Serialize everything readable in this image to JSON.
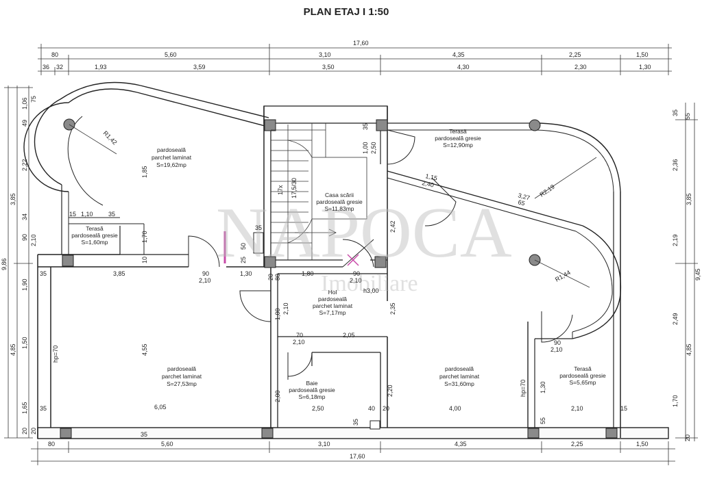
{
  "title": "PLAN ETAJ I 1:50",
  "dimensions": {
    "top_total": "17,60",
    "top_row1": [
      "80",
      "5,60",
      "3,10",
      "4,35",
      "2,25",
      "1,50"
    ],
    "top_row2": [
      "36",
      "32",
      "1,93",
      "3,59",
      "3,50",
      "4,30",
      "2,30",
      "1,30"
    ],
    "bottom_row1": [
      "80",
      "5,60",
      "3,10",
      "4,35",
      "2,25",
      "1,50"
    ],
    "bottom_total": "17,60",
    "left_outer": "9,86",
    "left_mid": [
      "3,85",
      "4,85"
    ],
    "left_inner": [
      "1,06",
      "49",
      "2,22",
      "34",
      "90",
      "1,90",
      "1,50",
      "1,65",
      "20"
    ],
    "left_inner2": [
      "75",
      "2,10",
      "20"
    ],
    "right_outer": "9,45",
    "right_mid": [
      "3,85",
      "4,85"
    ],
    "right_inner": [
      "35",
      "55",
      "2,36",
      "2,19",
      "2,49",
      "1,70",
      "20"
    ]
  },
  "rooms": {
    "bedroom1": {
      "l1": "pardoseală",
      "l2": "parchet laminat",
      "l3": "S=19,62mp"
    },
    "terrace_small": {
      "l1": "Terasă",
      "l2": "pardoseală gresie",
      "l3": "S=1,60mp"
    },
    "stair": {
      "l1": "Casa scării",
      "l2": "pardoseală gresie",
      "l3": "S=11,83mp"
    },
    "terrace_top": {
      "l1": "Terasă",
      "l2": "pardoseală gresie",
      "l3": "S=12,90mp"
    },
    "hall": {
      "l1": "Hol",
      "l2": "pardoseală",
      "l3": "parchet laminat",
      "l4": "S=7,17mp"
    },
    "bedroom2": {
      "l1": "pardoseală",
      "l2": "parchet laminat",
      "l3": "S=27,53mp"
    },
    "bath": {
      "l1": "Baie",
      "l2": "pardoseală gresie",
      "l3": "S=6,18mp"
    },
    "bedroom3": {
      "l1": "pardoseală",
      "l2": "parchet laminat",
      "l3": "S=31,60mp"
    },
    "terrace_right": {
      "l1": "Terasă",
      "l2": "pardoseală gresie",
      "l3": "S=5,65mp"
    }
  },
  "labels": {
    "r142": "R1,42",
    "r219": "R2,19",
    "r144": "R1,44",
    "l1_10": "1,10",
    "l15": "15",
    "l35a": "35",
    "l1_70": "1,70",
    "l10": "10",
    "l1_85": "1,85",
    "l4_55": "4,55",
    "l3_85": "3,85",
    "l6_05": "6,05",
    "l35b": "35",
    "l35c": "35",
    "l35d": "35",
    "l90a": "90",
    "l2_10a": "2,10",
    "l1_30": "1,30",
    "l20a": "20",
    "l80": "80",
    "l1_80": "1,80",
    "l90b": "90",
    "l2_10b": "2,10",
    "lh300": "h3,00",
    "l1_00": "1,00",
    "l2_50": "2,50",
    "l35e": "35",
    "l1_15": "1,15",
    "l2_40": "2,40",
    "l3_27": "3,27",
    "l65": "65",
    "l2_42": "2,42",
    "l2_35": "2,35",
    "l70": "70",
    "l2_10c": "2,10",
    "l2_05": "2,05",
    "l2_00": "2,00",
    "l2_50b": "2,50",
    "l35f": "35",
    "l40": "40",
    "l20b": "20",
    "l2_20": "2,20",
    "l4_00": "4,00",
    "l90c": "90",
    "l2_10d": "2,10",
    "l1_30b": "1,30",
    "l55": "55",
    "l2_10e": "2,10",
    "l15b": "15",
    "lhp70a": "hp=70",
    "lhp70b": "hp=70",
    "l17x": "17x",
    "l1753": "17,5/30",
    "l25": "25",
    "l50": "50"
  },
  "watermark": {
    "big": "NAPOCA",
    "small": "Imobiliare"
  }
}
